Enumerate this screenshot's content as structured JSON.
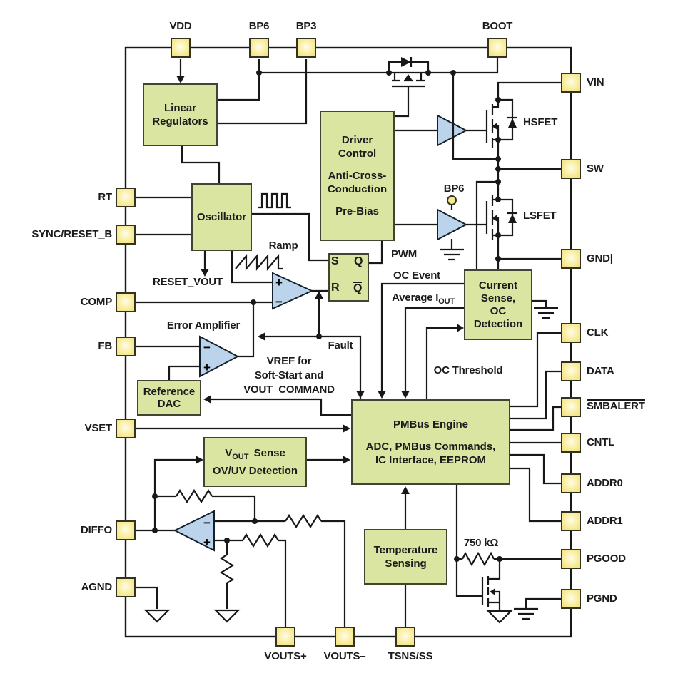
{
  "pins": {
    "top": [
      "VDD",
      "BP6",
      "BP3",
      "BOOT"
    ],
    "left": [
      "RT",
      "SYNC/RESET_B",
      "COMP",
      "FB",
      "VSET",
      "DIFFO",
      "AGND"
    ],
    "right": [
      "VIN",
      "SW",
      "GND|",
      "CLK",
      "DATA",
      "SMBALERT",
      "CNTL",
      "ADDR0",
      "ADDR1",
      "PGOOD",
      "PGND"
    ],
    "bottom": [
      "VOUTS+",
      "VOUTS–",
      "TSNS/SS"
    ]
  },
  "blocks": {
    "linear_regulators": [
      "Linear",
      "Regulators"
    ],
    "oscillator": "Oscillator",
    "driver_control": [
      "Driver",
      "Control",
      "Anti-Cross-",
      "Conduction",
      "Pre-Bias"
    ],
    "current_sense": [
      "Current",
      "Sense,",
      "OC",
      "Detection"
    ],
    "reference_dac": [
      "Reference",
      "DAC"
    ],
    "pmbus": [
      "PMBus Engine",
      "ADC, PMBus Commands,",
      "IC Interface, EEPROM"
    ],
    "vout_sense": {
      "pre": "V",
      "sub": "OUT",
      "post": "Sense",
      "line2": "OV/UV Detection"
    },
    "temp_sensing": [
      "Temperature",
      "Sensing"
    ]
  },
  "latch": {
    "s": "S",
    "q": "Q",
    "r": "R",
    "qbar": "Q"
  },
  "labels": {
    "ramp": "Ramp",
    "reset_vout": "RESET_VOUT",
    "pwm": "PWM",
    "oc_event": "OC Event",
    "avg_iout_pre": "Average I",
    "avg_iout_sub": "OUT",
    "fault": "Fault",
    "oc_threshold": "OC Threshold",
    "vref_line1": "VREF for",
    "vref_line2": "Soft-Start and",
    "vref_line3": "VOUT_COMMAND",
    "error_amp": "Error Amplifier",
    "hsfet": "HSFET",
    "lsfet": "LSFET",
    "bp6_internal": "BP6",
    "r750": "750 kΩ",
    "plus": "+",
    "minus": "−"
  },
  "colors": {
    "block_fill": "#dbe5a2",
    "block_border": "#3f4433",
    "pin_fill": "#f6e88e",
    "amp_fill": "#bcd4eb",
    "wire": "#181818",
    "background": "#ffffff"
  }
}
